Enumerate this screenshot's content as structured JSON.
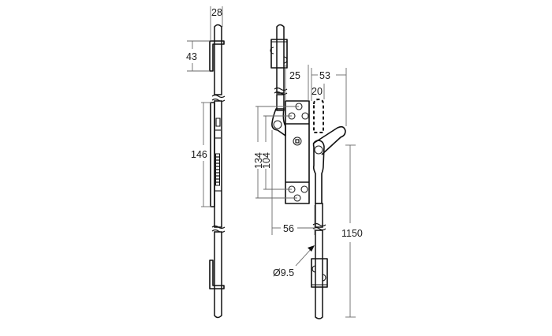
{
  "figure": {
    "type": "technical-drawing",
    "subject": "espagnolette window lock with rods",
    "views": [
      "side-view",
      "front-view"
    ]
  },
  "dimensions": {
    "side_view": {
      "rod_width": "28",
      "keeper_height": "43",
      "gearbox_length": "146"
    },
    "front_view": {
      "handle_offset": "53",
      "case_width": "25",
      "handle_width": "20",
      "fixing_centers_outer": "134",
      "fixing_centers_inner": "104",
      "backset": "56",
      "rod_diameter": "Ø9.5",
      "overall_length": "1150"
    }
  },
  "colors": {
    "line": "#111111",
    "dimension_line": "#6a6a6a",
    "background": "#ffffff"
  }
}
